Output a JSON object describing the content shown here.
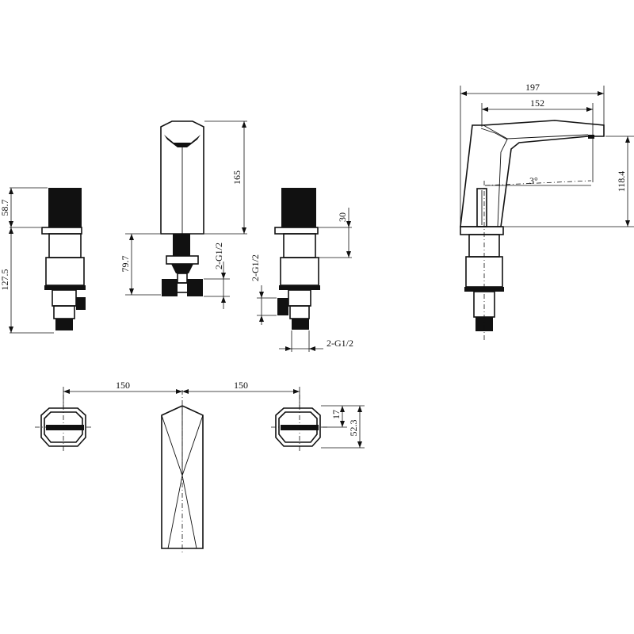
{
  "front_view": {
    "left_handle_height": "58.7",
    "left_body_height": "127.5",
    "spout_height": "165",
    "spout_base_height": "79.7",
    "spout_thread": "2-G1/2",
    "right_cap_height": "30",
    "right_thread_vertical": "2-G1/2",
    "right_thread_horizontal": "2-G1/2"
  },
  "side_view": {
    "overall_length": "197",
    "spout_reach": "152",
    "spout_angle": "3°",
    "spout_height": "118.4"
  },
  "top_view": {
    "left_spacing": "150",
    "right_spacing": "150",
    "handle_offset": "17",
    "handle_depth": "52.3"
  }
}
